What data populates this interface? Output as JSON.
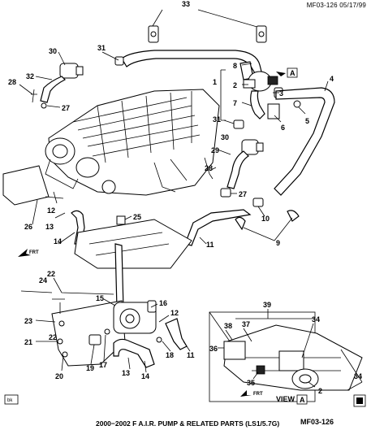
{
  "header": {
    "code": "MF03-126 05/17/99"
  },
  "footer": {
    "title": "2000−2002 F A.I.R. PUMP & RELATED PARTS (LS1/5.7G)",
    "code": "MF03-126",
    "box_left": "bk",
    "fwd": "FRT"
  },
  "views": {
    "view_a_label": "VIEW",
    "view_a_letter": "A",
    "callout_letter": "A"
  },
  "callouts": [
    "1",
    "2",
    "3",
    "4",
    "5",
    "6",
    "7",
    "8",
    "9",
    "10",
    "11",
    "12",
    "13",
    "14",
    "15",
    "16",
    "17",
    "18",
    "19",
    "20",
    "21",
    "22",
    "23",
    "24",
    "25",
    "26",
    "27",
    "28",
    "29",
    "30",
    "31",
    "32",
    "33",
    "34",
    "35",
    "36",
    "37",
    "38",
    "39"
  ]
}
